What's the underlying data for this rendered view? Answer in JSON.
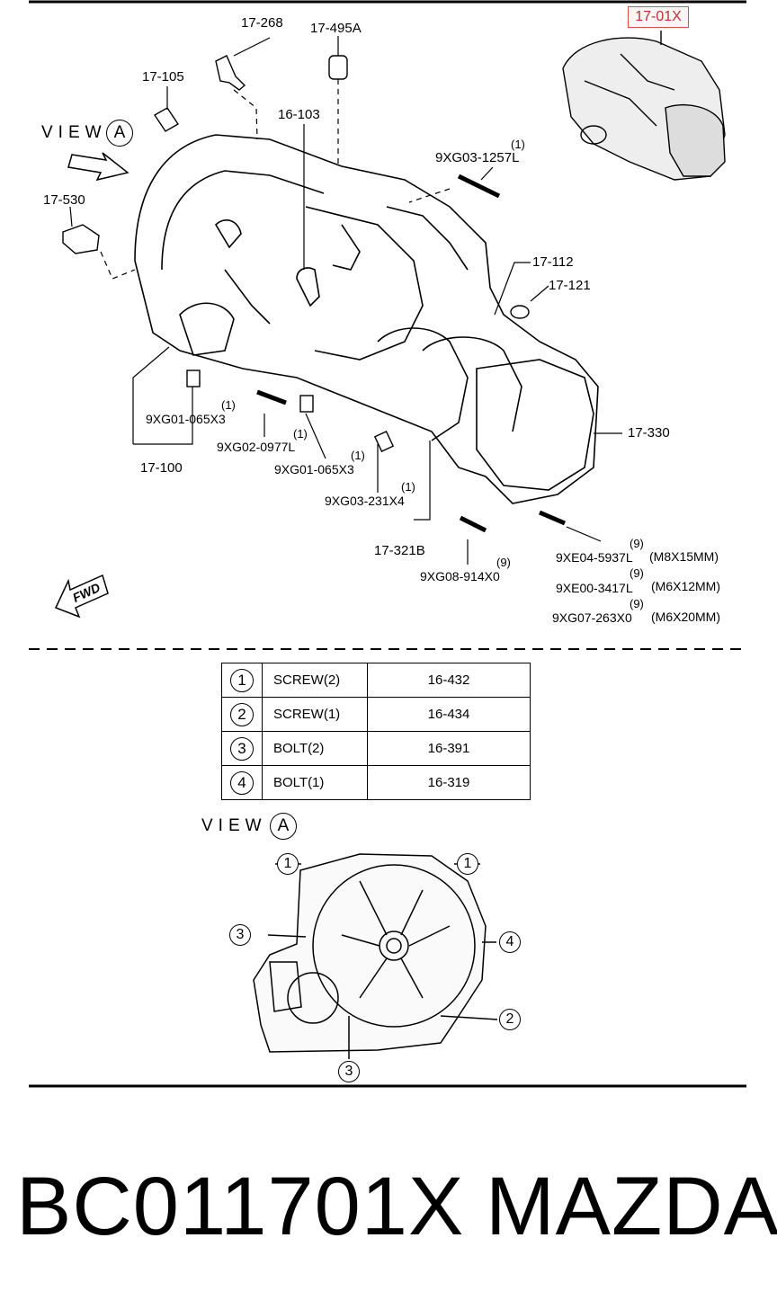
{
  "badge": "17-01X",
  "view_label": "VIEW",
  "view_letter": "A",
  "fwd": "FWD",
  "labels": {
    "p17_268": "17-268",
    "p17_495a": "17-495A",
    "p17_105": "17-105",
    "p16_103": "16-103",
    "p17_530": "17-530",
    "p9xg03_1257l": "9XG03-1257L",
    "p17_112": "17-112",
    "p17_121": "17-121",
    "p17_330": "17-330",
    "p9xg01_065x3_a": "9XG01-065X3",
    "p9xg02_0977l": "9XG02-0977L",
    "p9xg01_065x3_b": "9XG01-065X3",
    "p9xg03_231x4": "9XG03-231X4",
    "p17_100": "17-100",
    "p17_321b": "17-321B",
    "p9xg08_914x0": "9XG08-914X0",
    "p9xe04_5937l": "9XE04-5937L",
    "p9xe00_3417l": "9XE00-3417L",
    "p9xg07_263x0": "9XG07-263X0",
    "m8x15": "(M8X15MM)",
    "m6x12": "(M6X12MM)",
    "m6x20": "(M6X20MM)"
  },
  "qty": {
    "q1": "(1)",
    "q9": "(9)"
  },
  "table": [
    {
      "num": "1",
      "name": "SCREW(2)",
      "code": "16-432"
    },
    {
      "num": "2",
      "name": "SCREW(1)",
      "code": "16-434"
    },
    {
      "num": "3",
      "name": "BOLT(2)",
      "code": "16-391"
    },
    {
      "num": "4",
      "name": "BOLT(1)",
      "code": "16-319"
    }
  ],
  "callouts": {
    "c1": "1",
    "c2": "2",
    "c3": "3",
    "c4": "4"
  },
  "footer": {
    "part_number": "BC011701X",
    "brand": "MAZDA"
  }
}
